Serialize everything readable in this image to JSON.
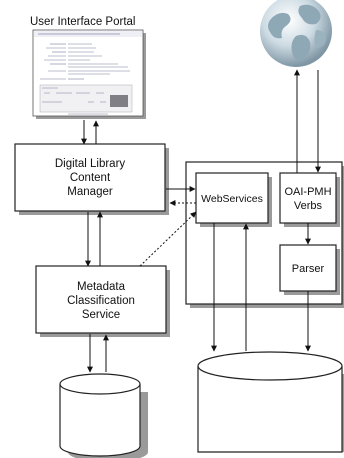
{
  "portal": {
    "title": "User Interface Portal"
  },
  "dl_manager": {
    "line1": "Digital Library",
    "line2": "Content",
    "line3": "Manager"
  },
  "metadata_service": {
    "line1": "Metadata",
    "line2": "Classification",
    "line3": "Service"
  },
  "webservices": {
    "label": "WebServices"
  },
  "oai_pmh": {
    "line1": "OAI-PMH",
    "line2": "Verbs"
  },
  "parser": {
    "label": "Parser"
  },
  "colors": {
    "stroke": "#222222",
    "shadow": "#9a9a9a",
    "fill": "#ffffff",
    "globe_ocean": "#c8d8e2",
    "globe_land": "#8fa8b6"
  }
}
